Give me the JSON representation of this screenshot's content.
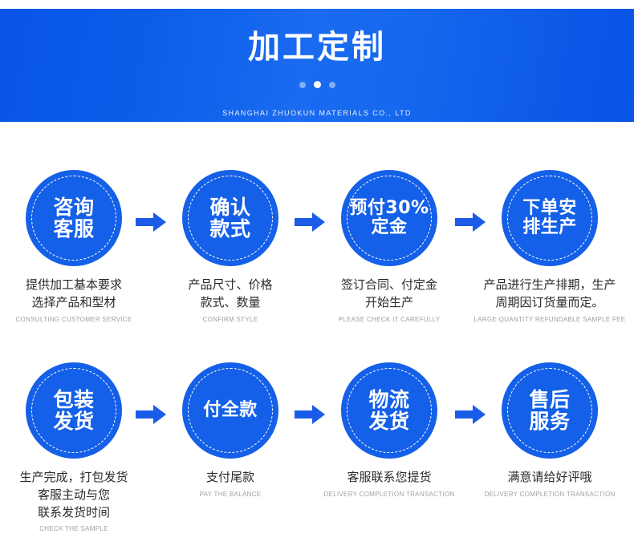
{
  "banner": {
    "title": "加工定制",
    "subtitle": "SHANGHAI ZHUOKUN MATERIALS CO., LTD",
    "dots": [
      "dot-1",
      "dot-2",
      "dot-3"
    ],
    "active_dot_index": 1,
    "gradient_from": "#0a55e8",
    "gradient_to": "#0a53e6",
    "title_color": "#ffffff"
  },
  "theme": {
    "circle_blue": "#1460e8",
    "arrow_blue": "#1a5ce8",
    "caption_cn_color": "#2b2b2b",
    "caption_en_color": "#a0a0a0",
    "page_background": "#ffffff"
  },
  "arrow_icon_name": "arrow-right-icon",
  "rows": [
    {
      "id": "row-1",
      "steps": [
        {
          "circle_text": "咨询\n客服",
          "caption_cn": "提供加工基本要求\n选择产品和型材",
          "caption_en": "CONSULTING CUSTOMER SERVICE"
        },
        {
          "circle_text": "确认\n款式",
          "caption_cn": "产品尺寸、价格\n款式、数量",
          "caption_en": "CONFIRM STYLE"
        },
        {
          "circle_text": "预付30%\n定金",
          "caption_cn": "签订合同、付定金\n开始生产",
          "caption_en": "PLEASE CHECK IT CAREFULLY"
        },
        {
          "circle_text": "下单安\n排生产",
          "caption_cn": "产品进行生产排期，生产\n周期因订货量而定。",
          "caption_en": "LARGE QUANTITY REFUNDABLE SAMPLE FEE"
        }
      ]
    },
    {
      "id": "row-2",
      "steps": [
        {
          "circle_text": "包装\n发货",
          "caption_cn": "生产完成，打包发货\n客服主动与您\n联系发货时间",
          "caption_en": "CHECK THE SAMPLE"
        },
        {
          "circle_text": "付全款",
          "caption_cn": "支付尾款",
          "caption_en": "PAY THE BALANCE"
        },
        {
          "circle_text": "物流\n发货",
          "caption_cn": "客服联系您提货",
          "caption_en": "DELIVERY COMPLETION TRANSACTION"
        },
        {
          "circle_text": "售后\n服务",
          "caption_cn": "满意请给好评哦",
          "caption_en": "DELIVERY COMPLETION TRANSACTION"
        }
      ]
    }
  ]
}
